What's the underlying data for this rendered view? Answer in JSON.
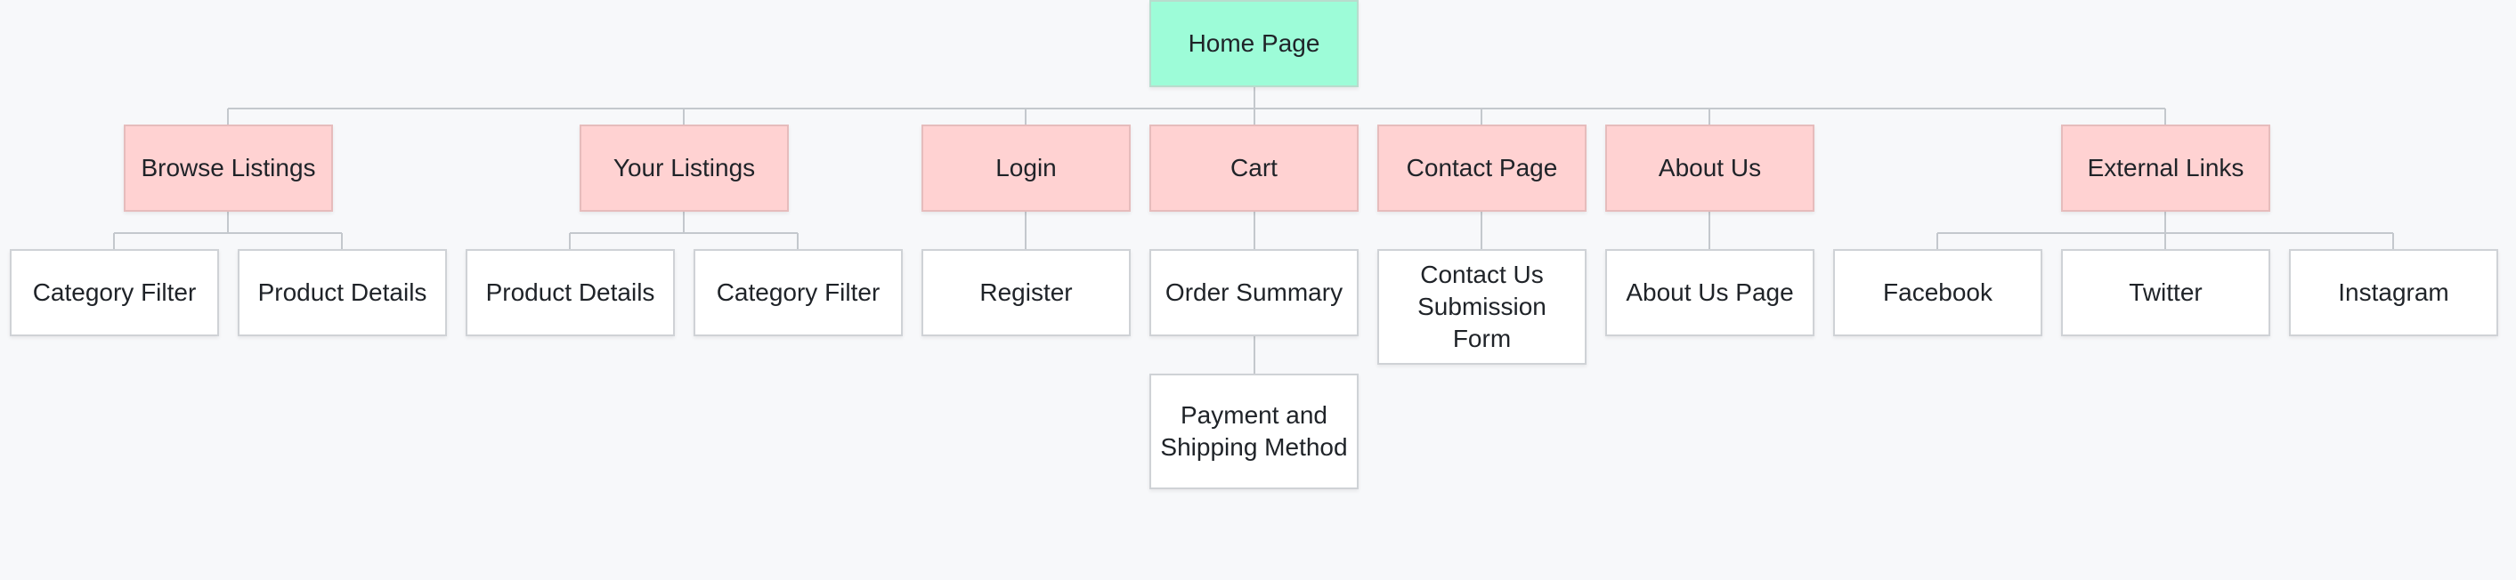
{
  "sitemap": {
    "root": {
      "label": "Home Page"
    },
    "sections": [
      {
        "label": "Browse Listings",
        "children": [
          {
            "label": "Category Filter"
          },
          {
            "label": "Product Details"
          }
        ]
      },
      {
        "label": "Your Listings",
        "children": [
          {
            "label": "Product Details"
          },
          {
            "label": "Category Filter"
          }
        ]
      },
      {
        "label": "Login",
        "children": [
          {
            "label": "Register"
          }
        ]
      },
      {
        "label": "Cart",
        "children": [
          {
            "label": "Order Summary",
            "children": [
              {
                "label": "Payment and\nShipping Method"
              }
            ]
          }
        ]
      },
      {
        "label": "Contact Page",
        "children": [
          {
            "label": "Contact Us\nSubmission Form"
          }
        ]
      },
      {
        "label": "About Us",
        "children": [
          {
            "label": "About Us Page"
          }
        ]
      },
      {
        "label": "External Links",
        "children": [
          {
            "label": "Facebook"
          },
          {
            "label": "Twitter"
          },
          {
            "label": "Instagram"
          }
        ]
      }
    ]
  },
  "colors": {
    "root_fill": "#9dfcd8",
    "section_fill": "#ffd2d2",
    "leaf_fill": "#ffffff",
    "connector": "#c4c8cd",
    "background": "#f7f8fa"
  }
}
